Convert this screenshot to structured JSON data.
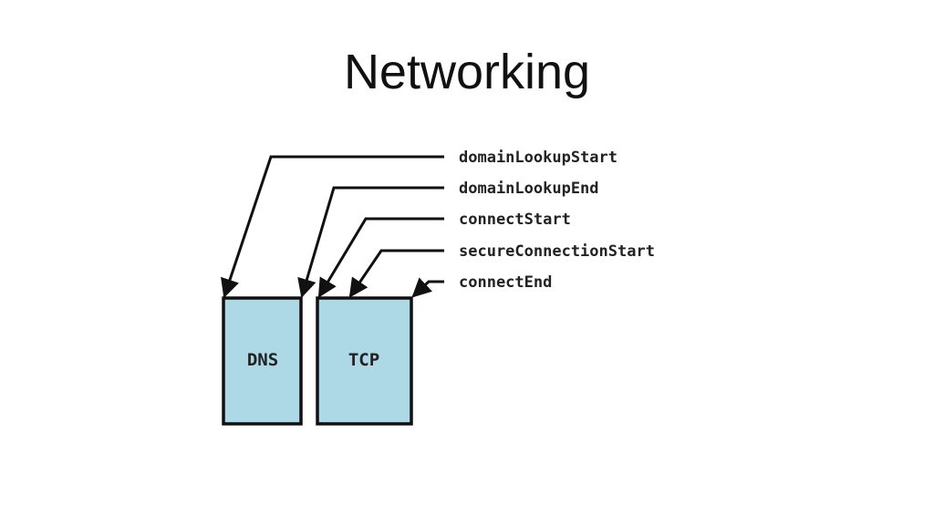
{
  "slide": {
    "title": "Networking"
  },
  "diagram": {
    "colors": {
      "box_fill": "#add8e6",
      "stroke": "#111111"
    },
    "boxes": [
      {
        "id": "dns",
        "label": "DNS"
      },
      {
        "id": "tcp",
        "label": "TCP"
      }
    ],
    "events": [
      {
        "id": "domain-lookup-start",
        "label": "domainLookupStart"
      },
      {
        "id": "domain-lookup-end",
        "label": "domainLookupEnd"
      },
      {
        "id": "connect-start",
        "label": "connectStart"
      },
      {
        "id": "secure-connection-start",
        "label": "secureConnectionStart"
      },
      {
        "id": "connect-end",
        "label": "connectEnd"
      }
    ]
  }
}
